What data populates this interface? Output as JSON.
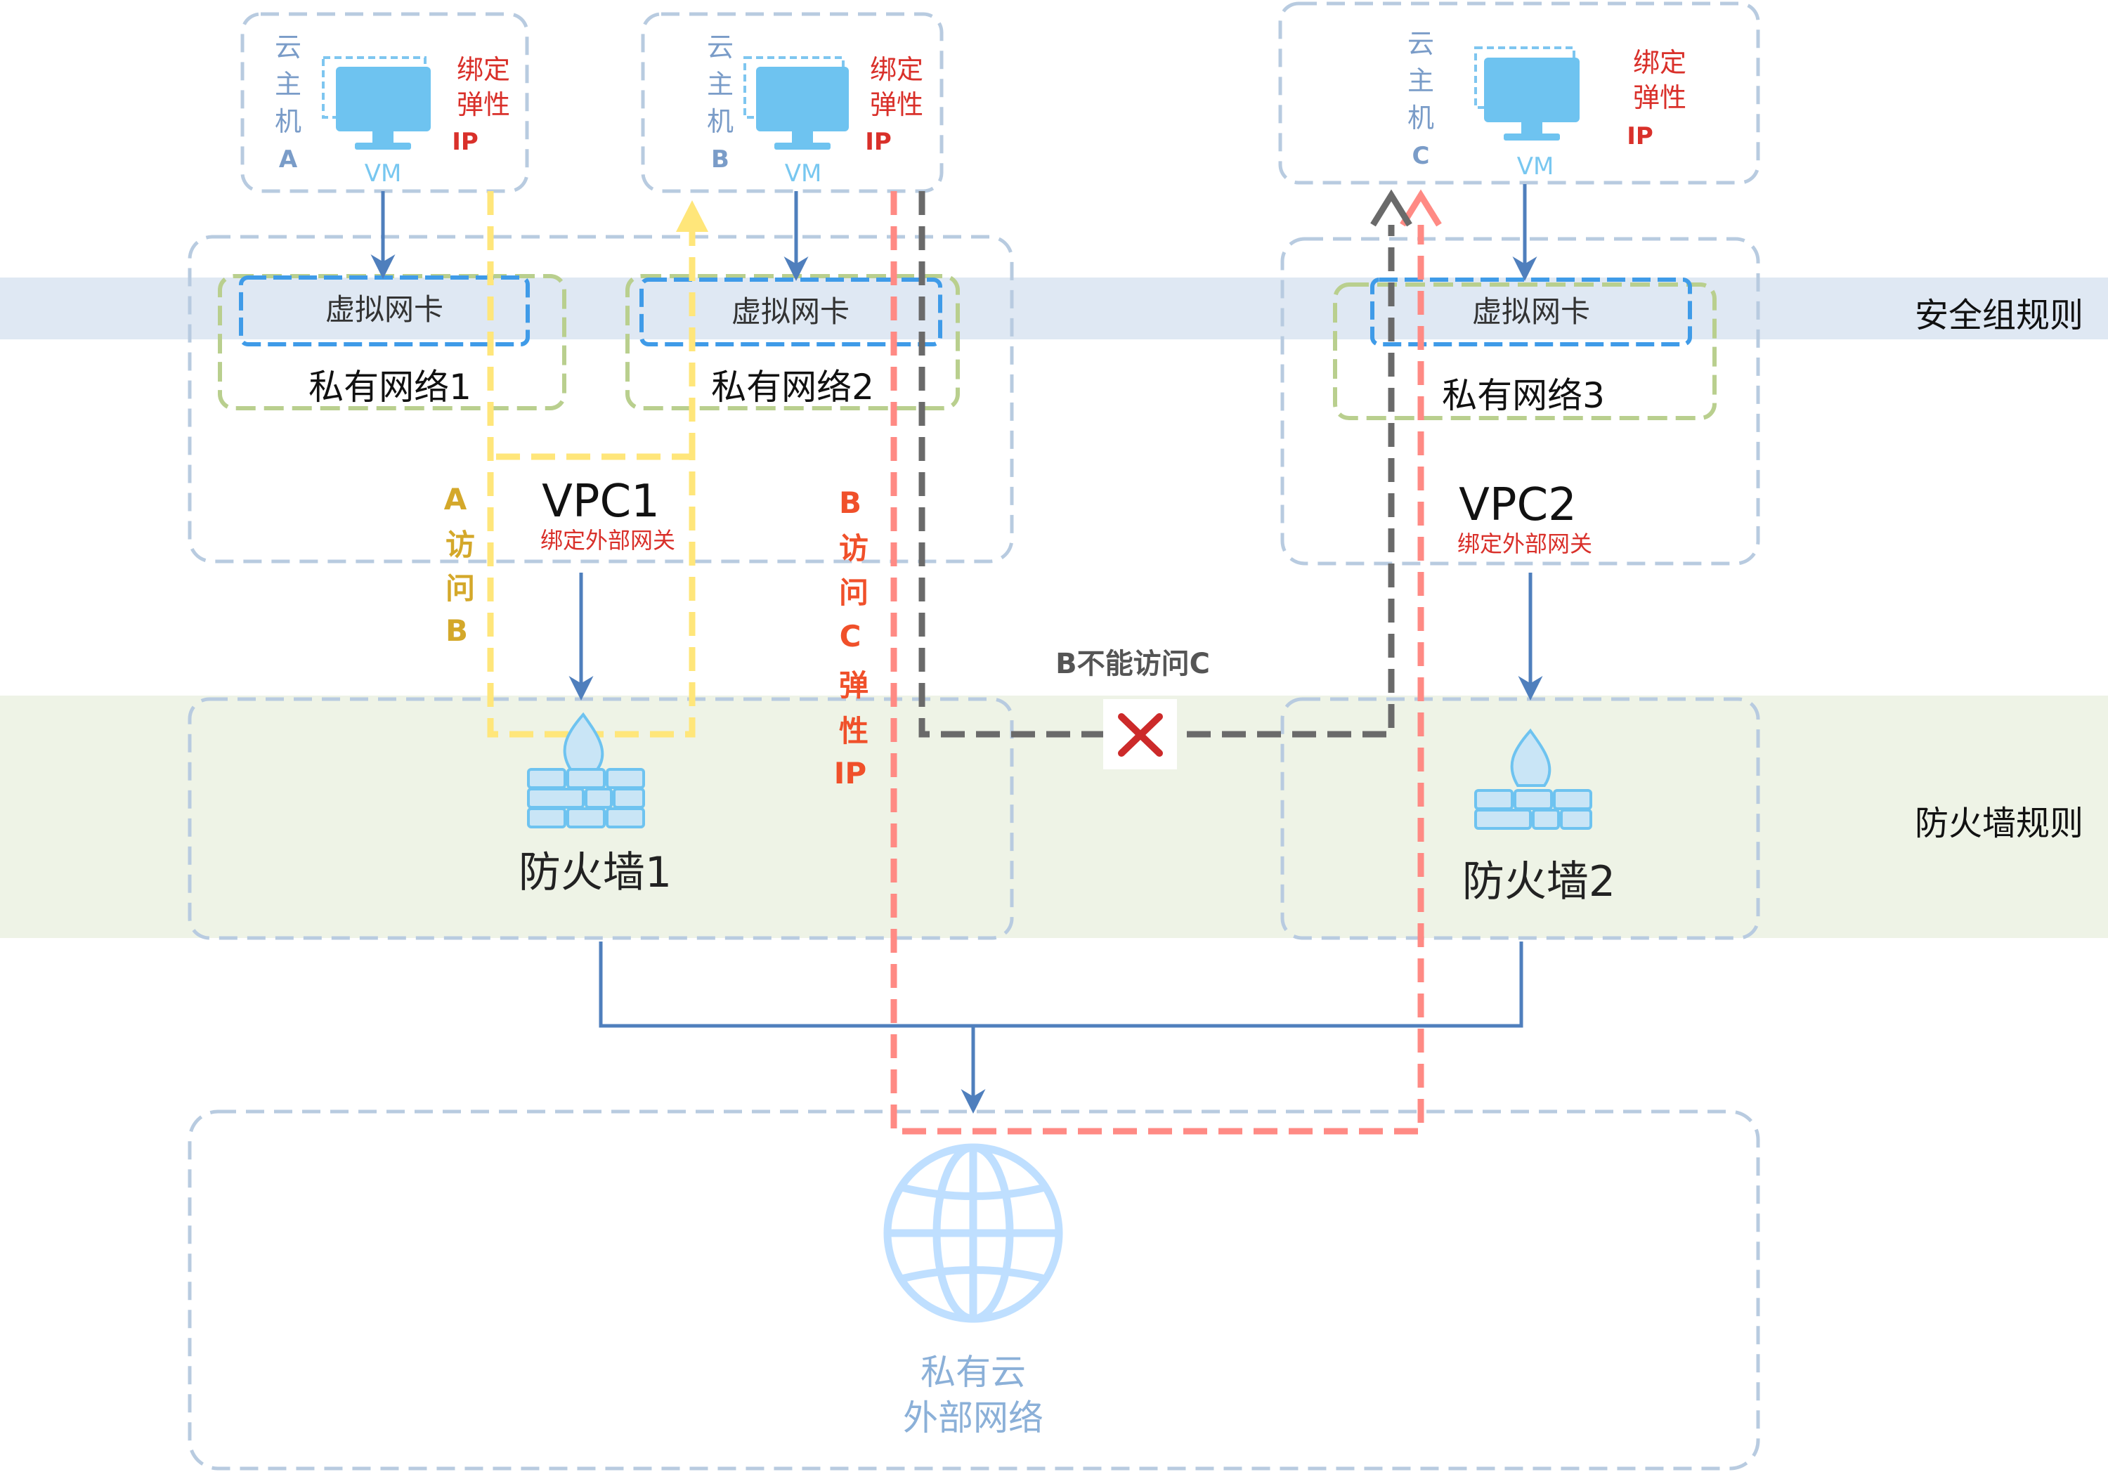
{
  "bands": {
    "security_group_label": "安全组规则",
    "firewall_label": "防火墙规则"
  },
  "hosts": [
    {
      "id": "a",
      "label": [
        "云",
        "主",
        "机",
        "A"
      ],
      "vm": "VM",
      "eip": [
        "绑定",
        "弹性",
        "IP"
      ]
    },
    {
      "id": "b",
      "label": [
        "云",
        "主",
        "机",
        "B"
      ],
      "vm": "VM",
      "eip": [
        "绑定",
        "弹性",
        "IP"
      ]
    },
    {
      "id": "c",
      "label": [
        "云",
        "主",
        "机",
        "C"
      ],
      "vm": "VM",
      "eip": [
        "绑定",
        "弹性",
        "IP"
      ]
    }
  ],
  "vnic_label": "虚拟网卡",
  "private_networks": [
    "私有网络1",
    "私有网络2",
    "私有网络3"
  ],
  "vpcs": [
    {
      "name": "VPC1",
      "gateway": "绑定外部网关"
    },
    {
      "name": "VPC2",
      "gateway": "绑定外部网关"
    }
  ],
  "firewalls": [
    "防火墙1",
    "防火墙2"
  ],
  "paths": {
    "a_to_b": [
      "A",
      "访",
      "问",
      "B"
    ],
    "b_to_c_eip": [
      "B",
      "访",
      "问",
      "C",
      "弹",
      "性",
      "IP"
    ],
    "b_to_c_blocked": "B不能访问C"
  },
  "external": {
    "line1": "私有云",
    "line2": "外部网络"
  },
  "colors": {
    "security_band": "#dfe8f3",
    "firewall_band": "#eef3e6",
    "container_border": "#b8cbe0",
    "vnic_border": "#3f9be8",
    "network_border": "#b9cf8e",
    "arrow_blue": "#4f7fbd",
    "path_yellow": "#ffe67a",
    "path_red": "#ff8a84",
    "path_gray": "#6a6a6a",
    "eip_text": "#d9302a",
    "host_label": "#7a9cc8",
    "vm_text": "#78c7f0",
    "a_path_text": "#d4a82a",
    "b_path_text": "#f0502a",
    "blocked_text": "#555555",
    "cross": "#cc2a2a",
    "icon_fill": "#c9e5f6",
    "globe": "#bfdfff",
    "globe_text": "#8bb0d8"
  }
}
